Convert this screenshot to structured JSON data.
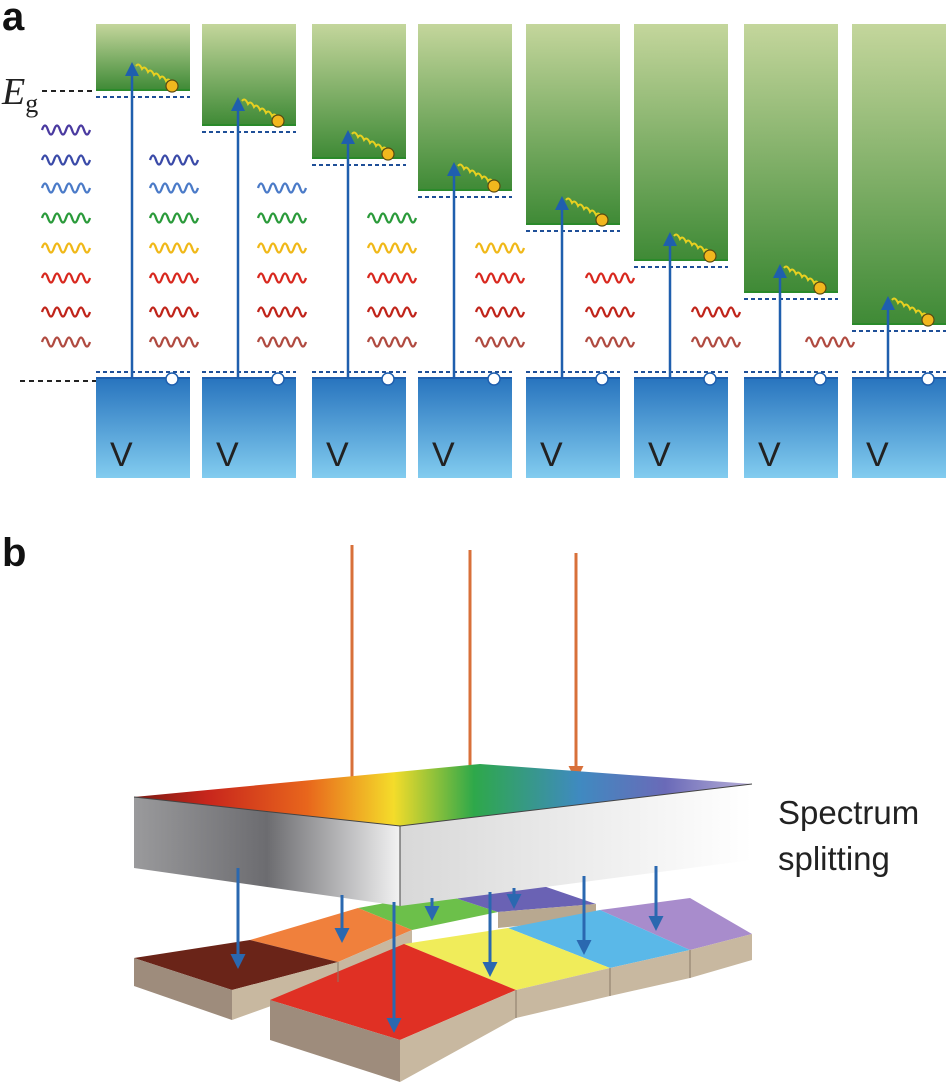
{
  "panel_a": {
    "letter": "a",
    "eg_symbol": "E",
    "eg_subscript": "g",
    "vb_label": "V",
    "cell_count": 8,
    "photon_colors": [
      "#4a3aa0",
      "#3a4aa8",
      "#4a7ac8",
      "#2a9a3a",
      "#f0b818",
      "#d8281e",
      "#c0241a",
      "#b04a40"
    ]
  },
  "panel_b": {
    "letter": "b",
    "splitter_label_line1": "Spectrum",
    "splitter_label_line2": "splitting",
    "incoming_arrow_color": "#d8703a",
    "outgoing_arrow_color": "#2a68b0"
  },
  "colors": {
    "cb_top": "#c2d49a",
    "cb_bottom": "#3f8a36",
    "vb_top": "#2a78c0",
    "vb_bottom": "#7cc8ee",
    "arrow": "#1f5fae",
    "dashed": "#1f4f98",
    "electron": "#f2b71e",
    "wiggle": "#e8d020"
  }
}
